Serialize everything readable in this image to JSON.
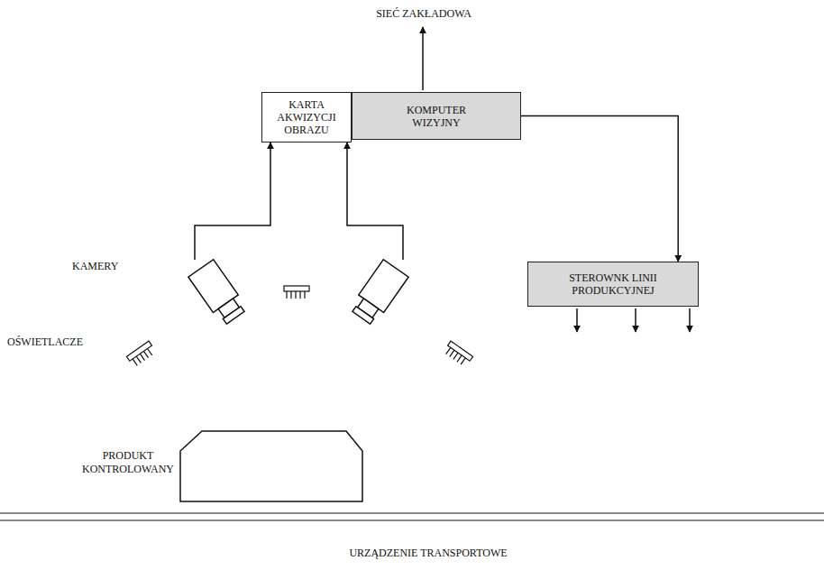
{
  "diagram": {
    "nodes": [
      {
        "text": [
          "KARTA AKWIZYCJI OBRAZU"
        ]
      },
      {
        "text": [
          "KOMPUTER WIZYJNY"
        ]
      },
      {
        "text": [
          "STEROWNK LINII PRODUKCYJNEJ"
        ]
      }
    ],
    "edges": [
      {
        "from": 1,
        "to": 2,
        "arrow": "to"
      }
    ],
    "labels": [
      "SIEĆ ZAKŁADOWA",
      "KAMERY",
      "OŚWIETLACZE",
      "PRODUKT KONTROLOWANY",
      "URZĄDZENIE TRANSPORTOWE"
    ]
  }
}
